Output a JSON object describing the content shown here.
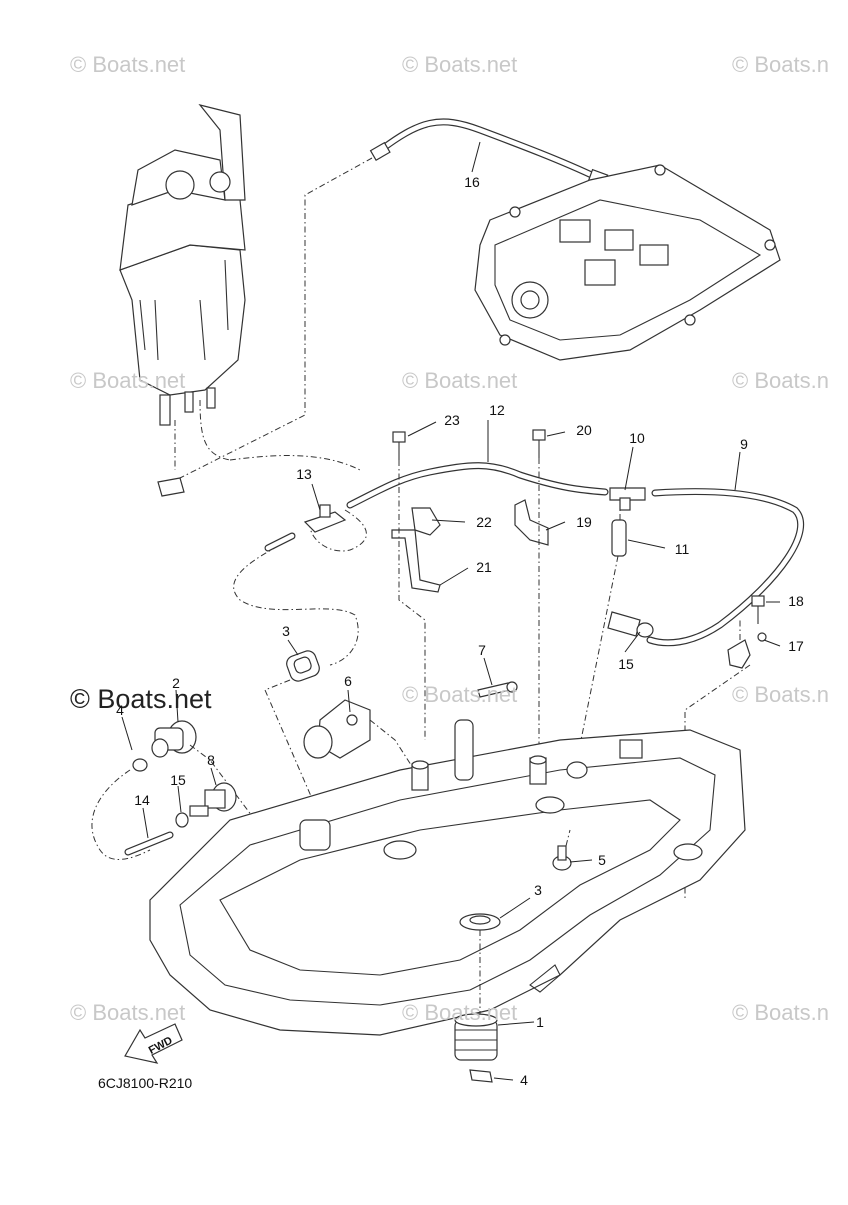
{
  "watermarks": [
    {
      "text": "© Boats.net"
    },
    {
      "text": "© Boats.net"
    },
    {
      "text": "© Boats.n"
    },
    {
      "text": "© Boats.net"
    },
    {
      "text": "© Boats.net"
    },
    {
      "text": "© Boats.n"
    },
    {
      "text": "© Boats.net"
    },
    {
      "text": "© Boats.n"
    },
    {
      "text": "© Boats.net"
    },
    {
      "text": "© Boats.net"
    },
    {
      "text": "© Boats.n"
    }
  ],
  "prominent_watermark": "© Boats.net",
  "callouts": {
    "p16": "16",
    "p12": "12",
    "p23": "23",
    "p20": "20",
    "p10": "10",
    "p9": "9",
    "p13": "13",
    "p22": "22",
    "p19": "19",
    "p11": "11",
    "p21": "21",
    "p18": "18",
    "p3a": "3",
    "p17": "17",
    "p15a": "15",
    "p7": "7",
    "p2": "2",
    "p6": "6",
    "p4a": "4",
    "p15b": "15",
    "p8": "8",
    "p14": "14",
    "p5": "5",
    "p3b": "3",
    "p1": "1",
    "p4b": "4"
  },
  "fwd_label": "FWD",
  "diagram_code": "6CJ8100-R210"
}
